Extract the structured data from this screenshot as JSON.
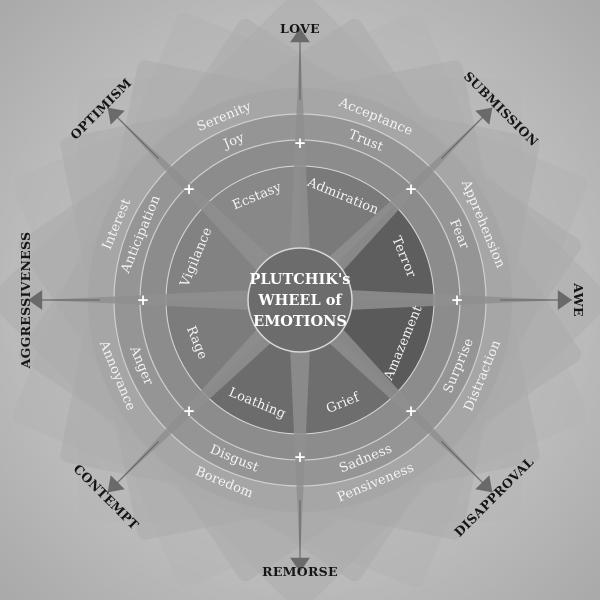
{
  "center": {
    "line1": "PLUTCHIK's",
    "line2": "WHEEL of",
    "line3": "EMOTIONS"
  },
  "dyads": {
    "love": "LOVE",
    "submission": "SUBMISSION",
    "awe": "AWE",
    "disapproval": "DISAPPROVAL",
    "remorse": "REMORSE",
    "contempt": "CONTEMPT",
    "aggressiveness": "AGGRESSIVENESS",
    "optimism": "OPTIMISM"
  },
  "petals": [
    {
      "name": "joy",
      "outer": "Serenity",
      "middle": "Joy",
      "inner": "Ecstasy"
    },
    {
      "name": "trust",
      "outer": "Acceptance",
      "middle": "Trust",
      "inner": "Admiration"
    },
    {
      "name": "fear",
      "outer": "Apprehension",
      "middle": "Fear",
      "inner": "Terror"
    },
    {
      "name": "surprise",
      "outer": "Distraction",
      "middle": "Surprise",
      "inner": "Amazement"
    },
    {
      "name": "sadness",
      "outer": "Pensiveness",
      "middle": "Sadness",
      "inner": "Grief"
    },
    {
      "name": "disgust",
      "outer": "Boredom",
      "middle": "Disgust",
      "inner": "Loathing"
    },
    {
      "name": "anger",
      "outer": "Annoyance",
      "middle": "Anger",
      "inner": "Rage"
    },
    {
      "name": "anticipation",
      "outer": "Interest",
      "middle": "Anticipation",
      "inner": "Vigilance"
    }
  ],
  "plus_sign": "+",
  "colors": {
    "background": "#c6c6c6",
    "outer_ring": "#a6a6a6",
    "middle_ring": "#8e8e8e",
    "inner_light": "#8a8a8a",
    "inner_dark": "#5f5f5f",
    "center_disk": "#6a6a6a",
    "label": "#f4f4f4",
    "dyad_label": "#151515"
  }
}
